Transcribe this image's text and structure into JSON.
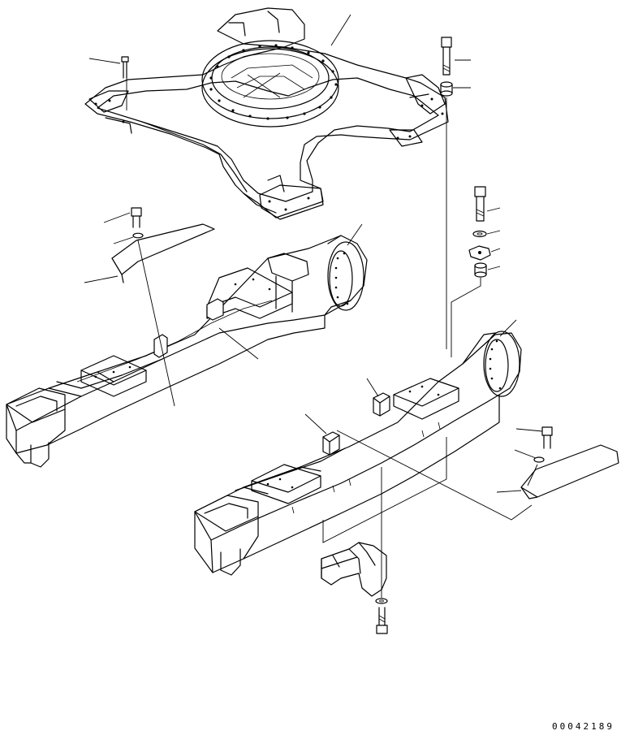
{
  "drawing_number": "00042189",
  "parts": [
    {
      "id": "revolving-frame-bolt",
      "kind": "bolt"
    },
    {
      "id": "track-frame-body",
      "kind": "frame"
    },
    {
      "id": "bolt-long",
      "kind": "bolt"
    },
    {
      "id": "spacer-collar",
      "kind": "collar"
    },
    {
      "id": "cover-bolt-upper",
      "kind": "bolt"
    },
    {
      "id": "washer-upper",
      "kind": "washer"
    },
    {
      "id": "cover-upper",
      "kind": "cover"
    },
    {
      "id": "left-track-frame",
      "kind": "frame"
    },
    {
      "id": "frame-bolt-mid",
      "kind": "bolt"
    },
    {
      "id": "washer-mid",
      "kind": "washer"
    },
    {
      "id": "plate-mid",
      "kind": "plate"
    },
    {
      "id": "collar-mid",
      "kind": "collar"
    },
    {
      "id": "right-track-frame",
      "kind": "frame"
    },
    {
      "id": "guide-block-right",
      "kind": "block"
    },
    {
      "id": "guide-block-left",
      "kind": "block"
    },
    {
      "id": "cover-bolt-lower",
      "kind": "bolt"
    },
    {
      "id": "washer-lower",
      "kind": "washer"
    },
    {
      "id": "cover-lower",
      "kind": "cover"
    },
    {
      "id": "track-guide",
      "kind": "guard"
    },
    {
      "id": "guide-washer",
      "kind": "washer"
    },
    {
      "id": "guide-bolt",
      "kind": "bolt"
    }
  ]
}
